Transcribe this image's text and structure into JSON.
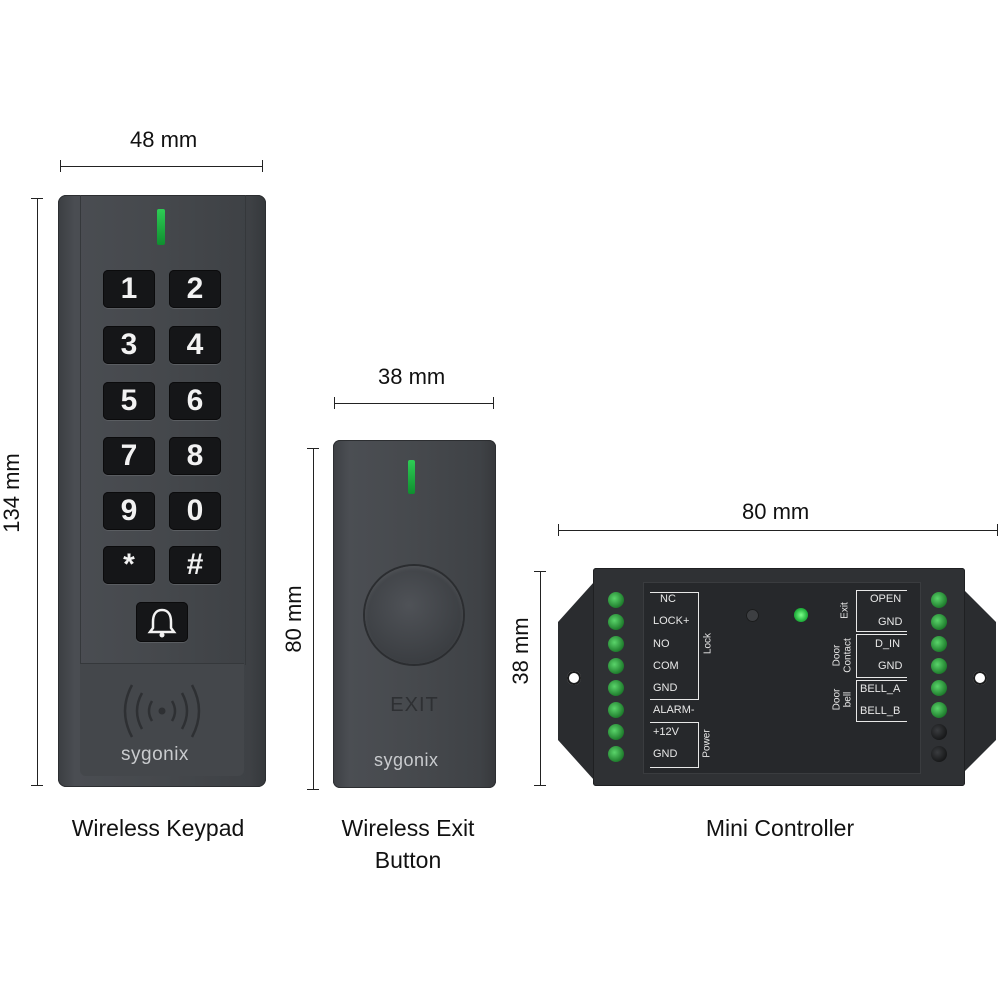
{
  "dimensions": {
    "keypad_width": "48 mm",
    "keypad_height": "134 mm",
    "exit_width": "38 mm",
    "exit_height": "80 mm",
    "controller_width": "80 mm",
    "controller_height": "38 mm"
  },
  "captions": {
    "keypad": "Wireless Keypad",
    "exit_line1": "Wireless Exit",
    "exit_line2": "Button",
    "controller": "Mini Controller"
  },
  "keypad": {
    "keys": [
      "1",
      "2",
      "3",
      "4",
      "5",
      "6",
      "7",
      "8",
      "9",
      "0",
      "*",
      "#"
    ],
    "bell_icon": "bell-icon",
    "rfid_icon": "rfid-waves-icon",
    "brand": "sygonix"
  },
  "exit_button": {
    "label": "EXIT",
    "brand": "sygonix"
  },
  "controller": {
    "left_terminals": [
      "NC",
      "LOCK+",
      "NO",
      "COM",
      "GND",
      "ALARM-",
      "+12V",
      "GND"
    ],
    "left_groups": {
      "lock": "Lock",
      "power": "Power"
    },
    "right_terminals": [
      "OPEN",
      "GND",
      "D_IN",
      "GND",
      "BELL_A",
      "BELL_B"
    ],
    "right_groups": {
      "exit": "Exit",
      "door_contact_1": "Door",
      "door_contact_2": "Contact",
      "door_bell_1": "Door",
      "door_bell_2": "bell"
    }
  },
  "colors": {
    "device_body": "#45484c",
    "key_cap": "#151618",
    "led_green": "#2ecc55",
    "terminal_green": "#3cb84e"
  }
}
